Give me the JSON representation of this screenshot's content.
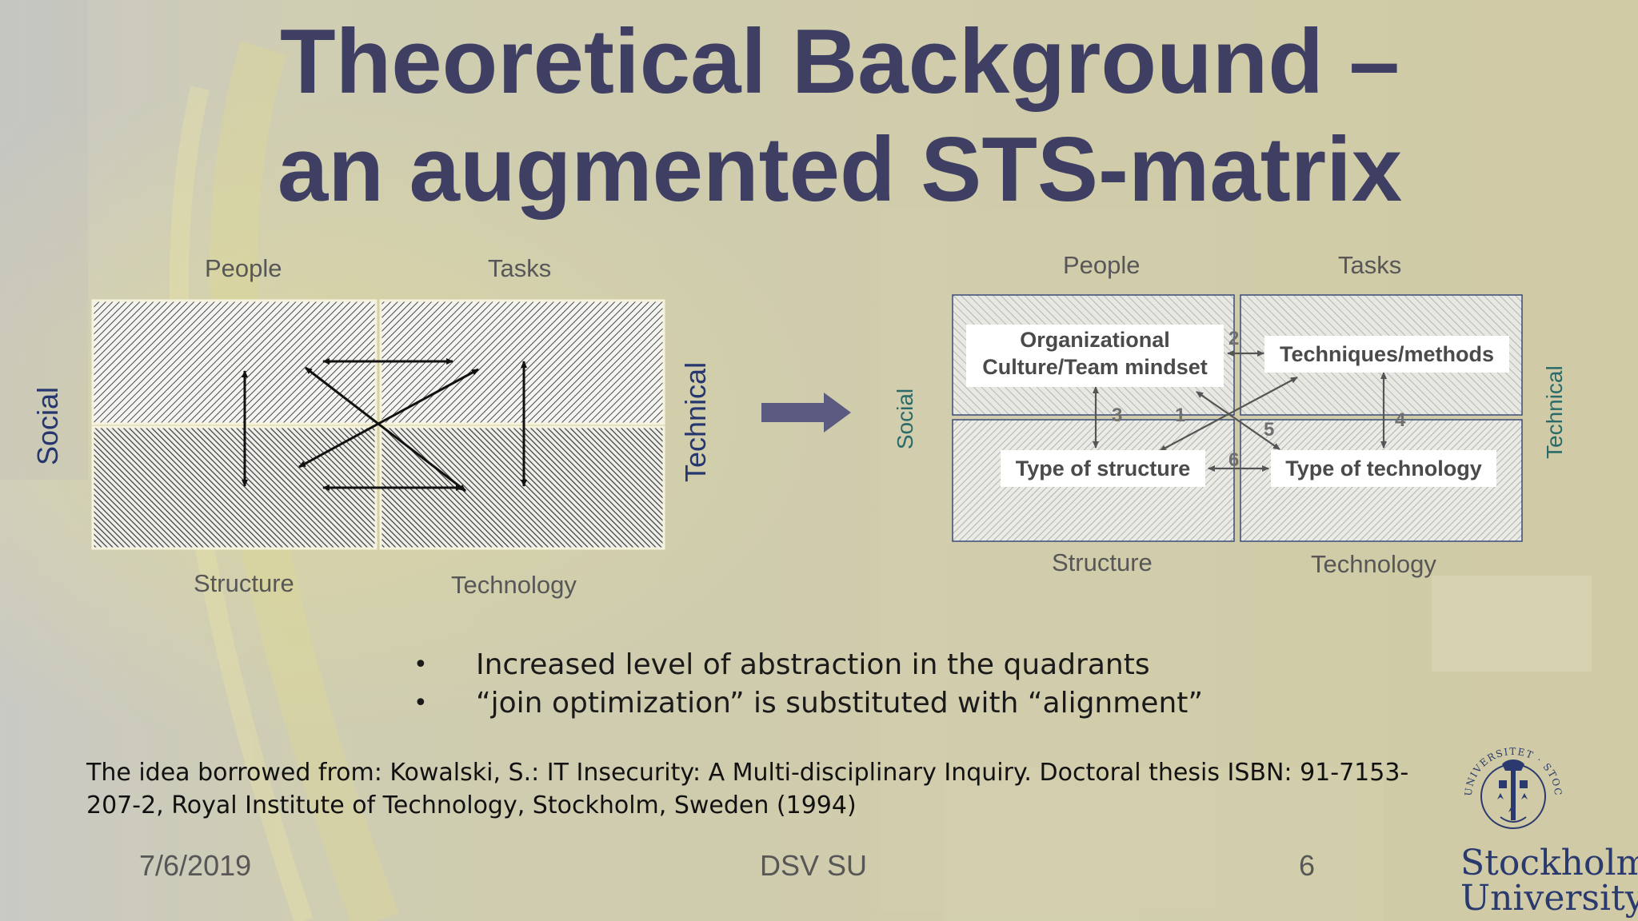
{
  "slide": {
    "title_line1": "Theoretical Background –",
    "title_line2": "an augmented STS-matrix"
  },
  "left_matrix": {
    "top_left_label": "People",
    "top_right_label": "Tasks",
    "bottom_left_label": "Structure",
    "bottom_right_label": "Technology",
    "left_axis_label": "Social",
    "right_axis_label": "Technical"
  },
  "right_matrix": {
    "top_left_label": "People",
    "top_right_label": "Tasks",
    "bottom_left_label": "Structure",
    "bottom_right_label": "Technology",
    "left_axis_label": "Social",
    "right_axis_label": "Technical",
    "box_culture_line1": "Organizational",
    "box_culture_line2": "Culture/Team mindset",
    "box_techniques": "Techniques/methods",
    "box_structure": "Type of structure",
    "box_technology": "Type of technology",
    "link_numbers": [
      "1",
      "2",
      "3",
      "4",
      "5",
      "6"
    ]
  },
  "bullets": [
    "Increased level of abstraction in the quadrants",
    "“join optimization” is substituted with “alignment”"
  ],
  "reference": {
    "line1": "The idea borrowed from: Kowalski, S.: IT Insecurity: A Multi-disciplinary Inquiry. Doctoral thesis ISBN: 91-7153-",
    "line2": "207-2, Royal Institute of Technology, Stockholm, Sweden (1994)"
  },
  "footer": {
    "date": "7/6/2019",
    "org": "DSV SU",
    "page_number": "6"
  },
  "logo": {
    "name_line1": "Stockholm",
    "name_line2": "University",
    "seal_text": "UNIVERSITET · STOCKHOLMS"
  },
  "colors": {
    "background": "#cfcaa4",
    "title": "#3e3f63",
    "accent_arrow": "#5b5a80",
    "label_navy": "#26366e",
    "label_teal": "#2a6b69",
    "logo": "#2a3a6e"
  },
  "icons": {
    "transition_arrow": "right-arrow-icon",
    "bullet": "bullet-icon",
    "seal": "university-seal-icon"
  }
}
